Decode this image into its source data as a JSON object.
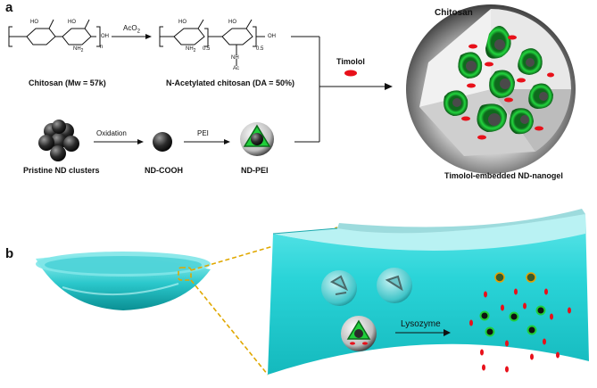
{
  "panels": {
    "a": "a",
    "b": "b"
  },
  "reaction": {
    "reagent_ac2o": "AcO",
    "reagent_ac2o_sub": "2",
    "chitosan_label": "Chitosan (Mw = 57k)",
    "acetylated_label": "N-Acetylated chitosan (DA = 50%)",
    "ho": "HO",
    "oh": "OH",
    "nh2": "NH",
    "nh2_sub": "2",
    "n_sub": "n",
    "sub_05": "0.5",
    "nh": "NH",
    "ac": "Ac"
  },
  "steps": {
    "pristine_label": "Pristine ND clusters",
    "oxidation": "Oxidation",
    "ndcooh_label": "ND-COOH",
    "pei": "PEI",
    "ndpei_label": "ND-PEI",
    "timolol": "Timolol",
    "chitosan_callout": "Chitosan",
    "nanogel_label": "Timolol-embedded ND-nanogel"
  },
  "panel_b": {
    "lysozyme": "Lysozyme"
  },
  "colors": {
    "green": "#1fcf3a",
    "dark_green": "#0b6b1a",
    "red": "#e8101a",
    "cyan": "#2ad4d8",
    "gray": "#6e6e6e"
  }
}
